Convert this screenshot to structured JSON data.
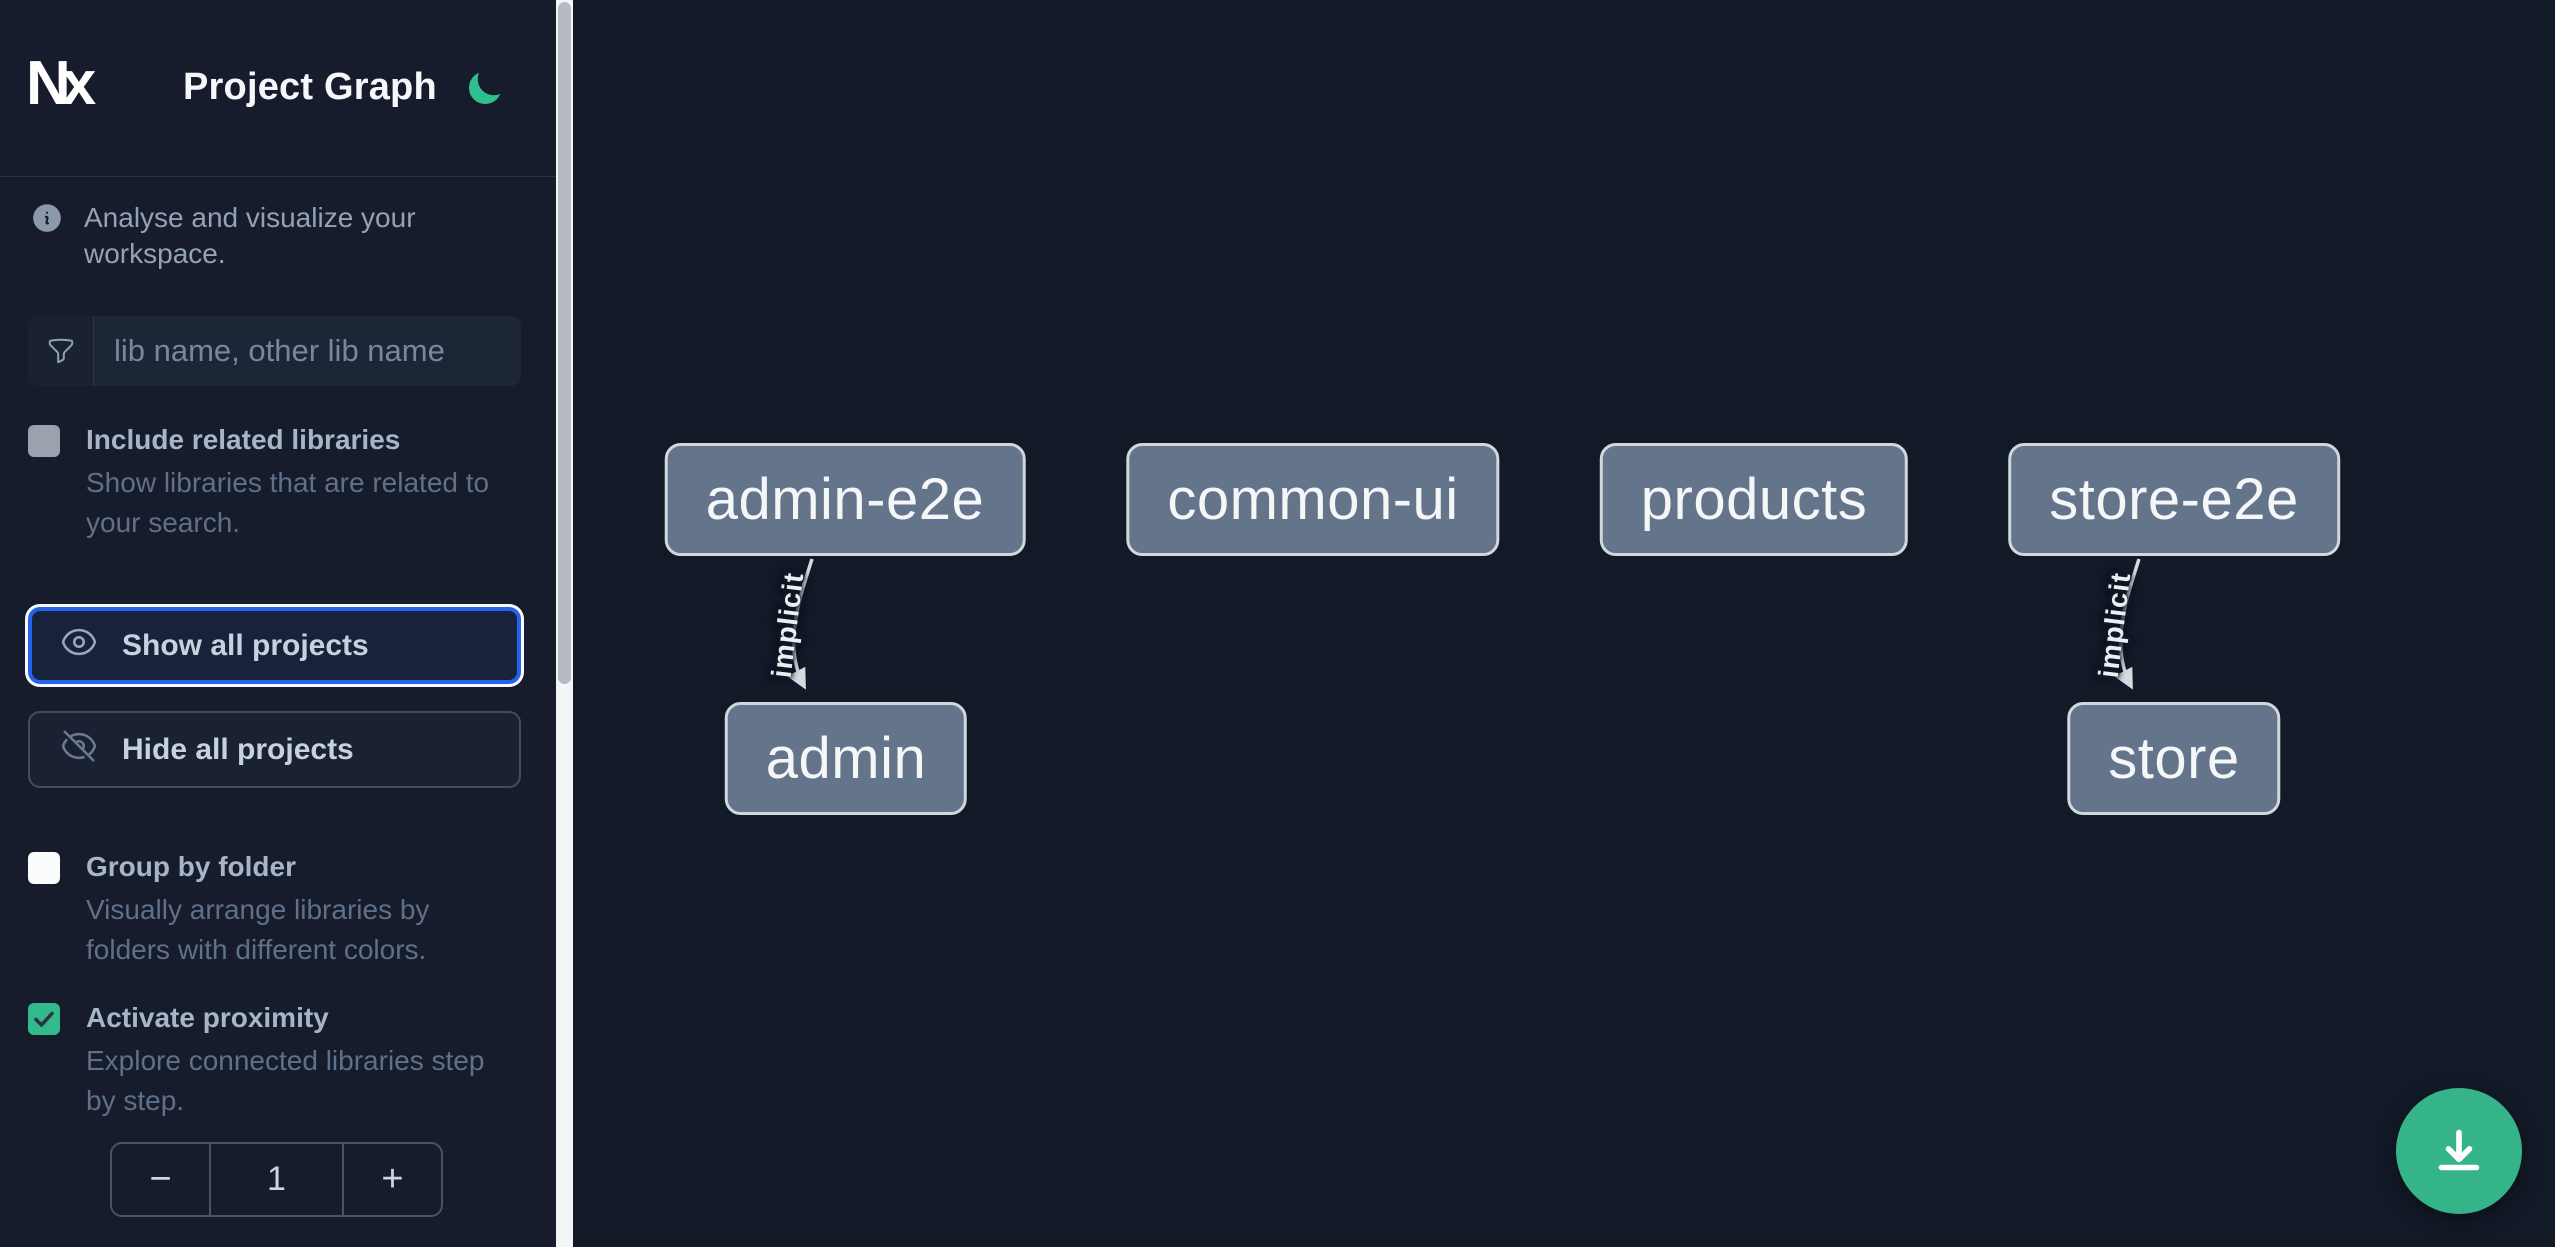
{
  "header": {
    "logo": "Nx",
    "title": "Project Graph"
  },
  "theme": {
    "accent_green": "#32b98c",
    "focus_blue": "#2563eb",
    "node_fill": "#64748b",
    "sidebar_bg": "#161c2c",
    "canvas_bg": "#121927"
  },
  "intro": {
    "text": "Analyse and visualize your workspace."
  },
  "search": {
    "placeholder": "lib name, other lib name",
    "value": ""
  },
  "options": {
    "include_related": {
      "label": "Include related libraries",
      "description": "Show libraries that are related to\nyour search.",
      "checked": false
    },
    "group_by_folder": {
      "label": "Group by folder",
      "description": "Visually arrange libraries by\nfolders with different colors.",
      "checked": false
    },
    "activate_proximity": {
      "label": "Activate proximity",
      "description": "Explore connected libraries step\nby step.",
      "checked": true
    }
  },
  "actions": {
    "show_all": "Show all projects",
    "hide_all": "Hide all projects"
  },
  "proximity_stepper": {
    "decrement": "−",
    "value": "1",
    "increment": "+"
  },
  "graph": {
    "nodes": [
      {
        "id": "admin-e2e",
        "label": "admin-e2e"
      },
      {
        "id": "common-ui",
        "label": "common-ui"
      },
      {
        "id": "products",
        "label": "products"
      },
      {
        "id": "store-e2e",
        "label": "store-e2e"
      },
      {
        "id": "admin",
        "label": "admin"
      },
      {
        "id": "store",
        "label": "store"
      }
    ],
    "edges": [
      {
        "source": "admin-e2e",
        "target": "admin",
        "label": "implicit"
      },
      {
        "source": "store-e2e",
        "target": "store",
        "label": "implicit"
      }
    ]
  }
}
